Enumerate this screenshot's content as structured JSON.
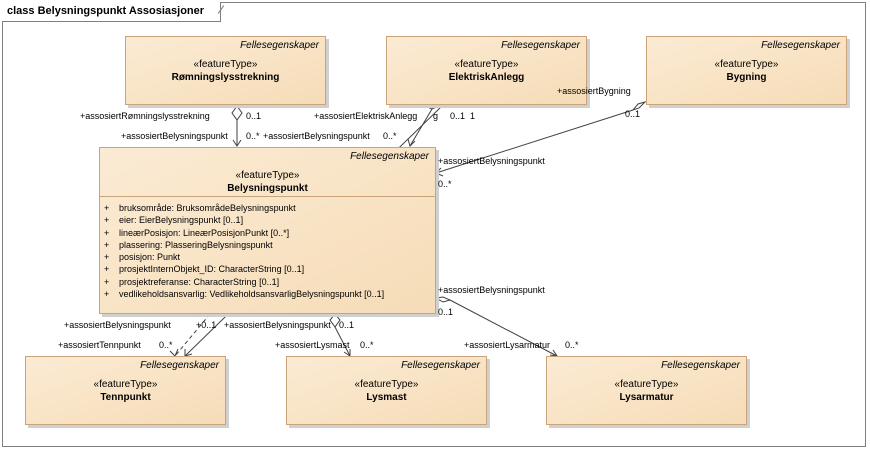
{
  "frame_title": "class Belysningspunkt Assosiasjoner",
  "classes": {
    "romningslysstrekning": {
      "package": "Fellesegenskaper",
      "stereotype": "«featureType»",
      "name": "Rømningslysstrekning"
    },
    "elektriskanlegg": {
      "package": "Fellesegenskaper",
      "stereotype": "«featureType»",
      "name": "ElektriskAnlegg"
    },
    "bygning": {
      "package": "Fellesegenskaper",
      "stereotype": "«featureType»",
      "name": "Bygning"
    },
    "belysningspunkt": {
      "package": "Fellesegenskaper",
      "stereotype": "«featureType»",
      "name": "Belysningspunkt",
      "attributes": [
        {
          "vis": "+",
          "text": "bruksområde: BruksområdeBelysningspunkt"
        },
        {
          "vis": "+",
          "text": "eier: EierBelysningspunkt [0..1]"
        },
        {
          "vis": "+",
          "text": "lineærPosisjon: LineærPosisjonPunkt [0..*]"
        },
        {
          "vis": "+",
          "text": "plassering: PlasseringBelysningspunkt"
        },
        {
          "vis": "+",
          "text": "posisjon: Punkt"
        },
        {
          "vis": "+",
          "text": "prosjektInternObjekt_ID: CharacterString [0..1]"
        },
        {
          "vis": "+",
          "text": "prosjektreferanse: CharacterString [0..1]"
        },
        {
          "vis": "+",
          "text": "vedlikeholdsansvarlig: VedlikeholdsansvarligBelysningspunkt [0..1]"
        }
      ]
    },
    "tennpunkt": {
      "package": "Fellesegenskaper",
      "stereotype": "«featureType»",
      "name": "Tennpunkt"
    },
    "lysmast": {
      "package": "Fellesegenskaper",
      "stereotype": "«featureType»",
      "name": "Lysmast"
    },
    "lysarmatur": {
      "package": "Fellesegenskaper",
      "stereotype": "«featureType»",
      "name": "Lysarmatur"
    }
  },
  "labels": {
    "l1": "+assosiertRømningslysstrekning",
    "l2": "0..1",
    "l3": "+assosiertBelysningspunkt",
    "l4": "0..*",
    "l5": "+assosiertElektriskAnlegg",
    "l6": "0..1",
    "l7": "+assosiertBelysningspunkt",
    "l8": "0..*",
    "l9": "+assosiertBygning",
    "l10": "0..1",
    "l11": "+assosiertBelysningspunkt",
    "l12": "0..*",
    "l13": "+assosiertBelysningspunkt",
    "l14": "0..1",
    "l15": "+assosiertBelysningspunkt",
    "l16": "+0..1",
    "l17": "+assosiertBelysningspunkt",
    "l18": "+assosiertTennpunkt",
    "l19": "0..*",
    "l20": "+assosiertLysmast",
    "l21": "0..*",
    "l22": "0..1",
    "l23": "+assosiertLysarmatur",
    "l24": "0..*",
    "l25": "g",
    "l26": "1"
  }
}
